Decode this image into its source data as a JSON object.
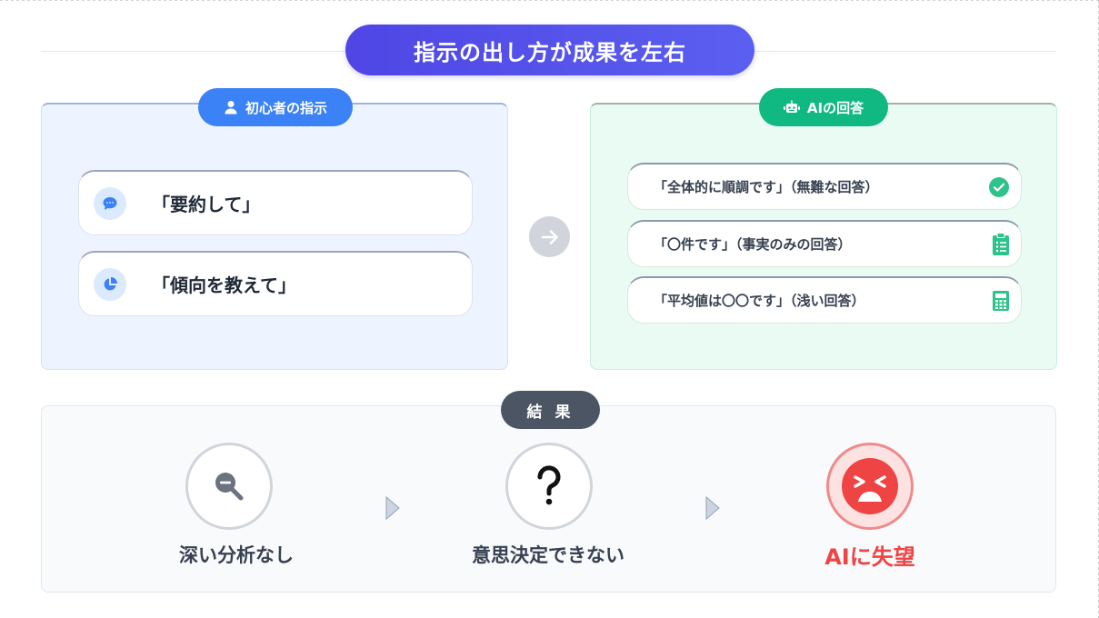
{
  "title": "指示の出し方が成果を左右",
  "left_panel": {
    "badge": "初心者の指示",
    "badge_icon": "user-icon",
    "items": [
      {
        "text": "「要約して」",
        "icon": "speech-bubble-icon"
      },
      {
        "text": "「傾向を教えて」",
        "icon": "pie-chart-icon"
      }
    ]
  },
  "right_panel": {
    "badge": "AIの回答",
    "badge_icon": "robot-icon",
    "items": [
      {
        "text": "「全体的に順調です」（無難な回答）",
        "icon": "check-circle-icon"
      },
      {
        "text": "「〇件です」（事実のみの回答）",
        "icon": "clipboard-list-icon"
      },
      {
        "text": "「平均値は〇〇です」（浅い回答）",
        "icon": "calculator-icon"
      }
    ]
  },
  "result": {
    "badge": "結 果",
    "steps": [
      {
        "label": "深い分析なし",
        "icon": "search-minus-icon"
      },
      {
        "label": "意思決定できない",
        "icon": "question-mark-icon"
      },
      {
        "label": "AIに失望",
        "icon": "angry-face-icon"
      }
    ]
  },
  "colors": {
    "title_bg": "#4f46e5",
    "left_badge": "#3b82f6",
    "right_badge": "#10b981",
    "result_badge": "#4b5563",
    "danger": "#ef4444"
  }
}
